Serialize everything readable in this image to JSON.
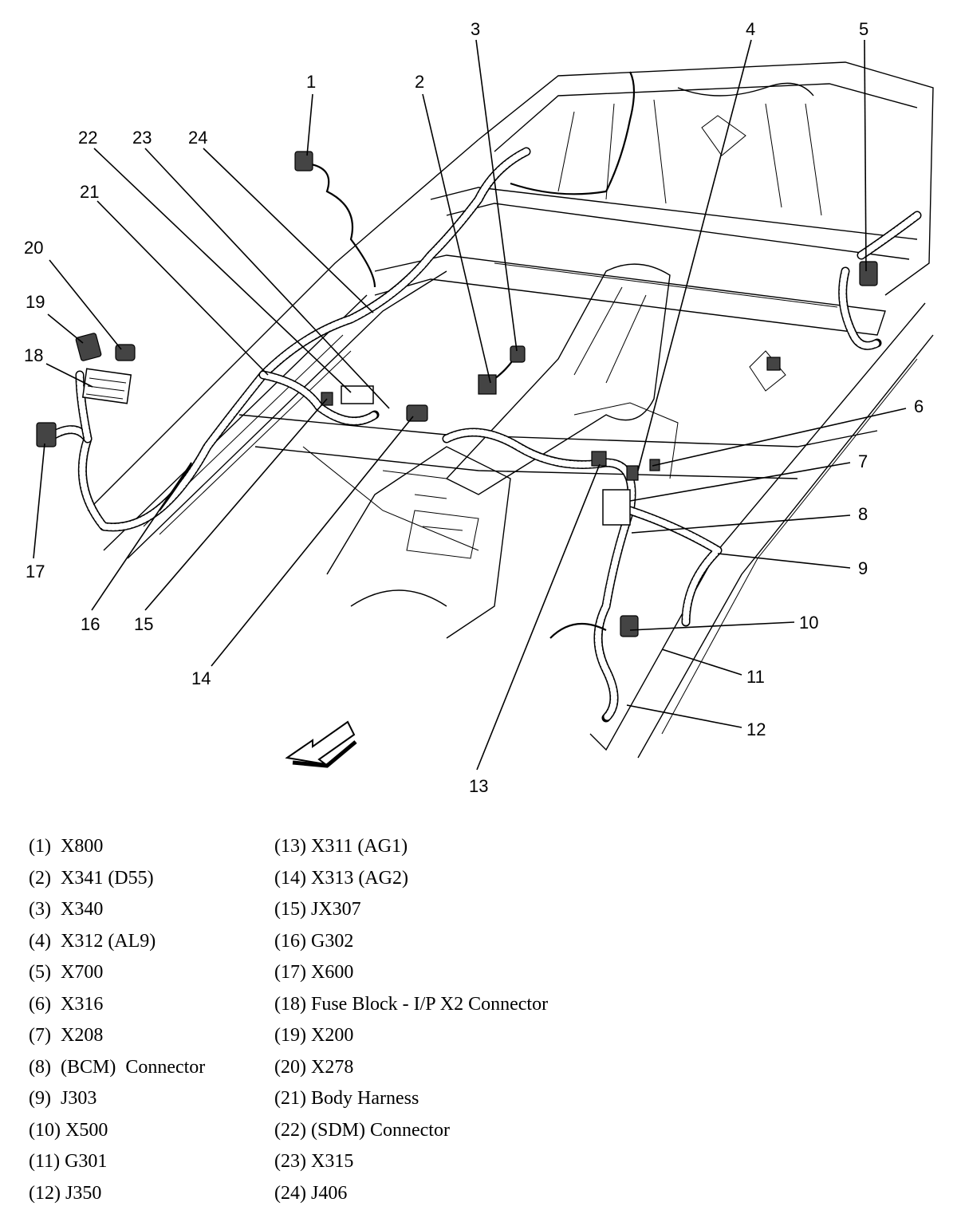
{
  "diagram": {
    "callouts": [
      "1",
      "2",
      "3",
      "4",
      "5",
      "6",
      "7",
      "8",
      "9",
      "10",
      "11",
      "12",
      "13",
      "14",
      "15",
      "16",
      "17",
      "18",
      "19",
      "20",
      "21",
      "22",
      "23",
      "24"
    ]
  },
  "legend": {
    "left": [
      {
        "num": "(1)",
        "label": "X800"
      },
      {
        "num": "(2)",
        "label": "X341 (D55)"
      },
      {
        "num": "(3)",
        "label": "X340"
      },
      {
        "num": "(4)",
        "label": "X312 (AL9)"
      },
      {
        "num": "(5)",
        "label": "X700"
      },
      {
        "num": "(6)",
        "label": "X316"
      },
      {
        "num": "(7)",
        "label": "X208"
      },
      {
        "num": "(8)",
        "label": "(BCM)  Connector"
      },
      {
        "num": "(9)",
        "label": "J303"
      },
      {
        "num": "(10)",
        "label": "X500"
      },
      {
        "num": "(11)",
        "label": "G301"
      },
      {
        "num": "(12)",
        "label": "J350"
      }
    ],
    "right": [
      {
        "num": "(13)",
        "label": "X311 (AG1)"
      },
      {
        "num": "(14)",
        "label": "X313 (AG2)"
      },
      {
        "num": "(15)",
        "label": "JX307"
      },
      {
        "num": "(16)",
        "label": "G302"
      },
      {
        "num": "(17)",
        "label": "X600"
      },
      {
        "num": "(18)",
        "label": "Fuse Block - I/P X2 Connector"
      },
      {
        "num": "(19)",
        "label": "X200"
      },
      {
        "num": "(20)",
        "label": "X278"
      },
      {
        "num": "(21)",
        "label": "Body Harness"
      },
      {
        "num": "(22)",
        "label": "(SDM) Connector"
      },
      {
        "num": "(23)",
        "label": "X315"
      },
      {
        "num": "(24)",
        "label": "J406"
      }
    ]
  }
}
